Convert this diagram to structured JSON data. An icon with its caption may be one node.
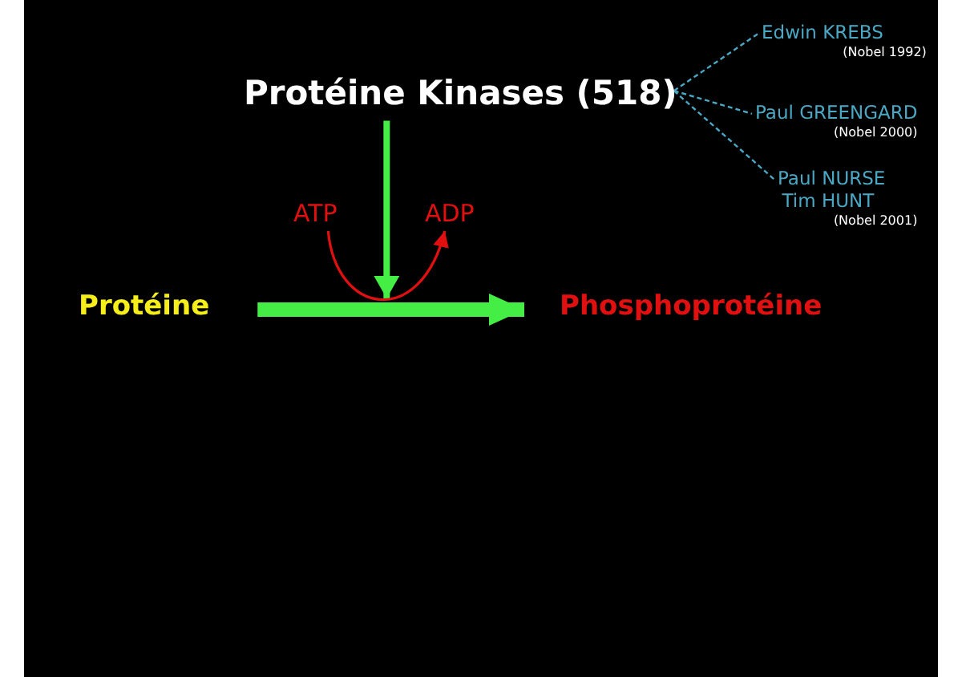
{
  "diagram": {
    "nodes": [
      {
        "text": [
          "Protéine Kinases (518)"
        ]
      },
      {
        "text": [
          "Edwin KREBS",
          "(Nobel 1992)"
        ]
      },
      {
        "text": [
          "Paul GREENGARD",
          "(Nobel 2000)"
        ]
      },
      {
        "text": [
          "Paul NURSE",
          "Tim HUNT",
          "(Nobel 2001)"
        ]
      },
      {
        "text": [
          "ATP"
        ]
      },
      {
        "text": [
          "ADP"
        ]
      },
      {
        "text": [
          "Protéine"
        ]
      },
      {
        "text": [
          "Phosphoprotéine"
        ]
      }
    ],
    "edges": [
      {
        "from": 0,
        "to": 1,
        "arrow": "none",
        "style": "dashed",
        "color": "#4aa8c4"
      },
      {
        "from": 0,
        "to": 2,
        "arrow": "none",
        "style": "dashed",
        "color": "#4aa8c4"
      },
      {
        "from": 0,
        "to": 3,
        "arrow": "none",
        "style": "dashed",
        "color": "#4aa8c4"
      },
      {
        "from": 0,
        "to": null,
        "arrow": "to",
        "style": "thick",
        "color": "#44ee44"
      },
      {
        "from": 6,
        "to": 7,
        "arrow": "to",
        "style": "thick",
        "color": "#44ee44"
      },
      {
        "from": 4,
        "to": 5,
        "arrow": "to",
        "color": "#e01010"
      }
    ]
  }
}
